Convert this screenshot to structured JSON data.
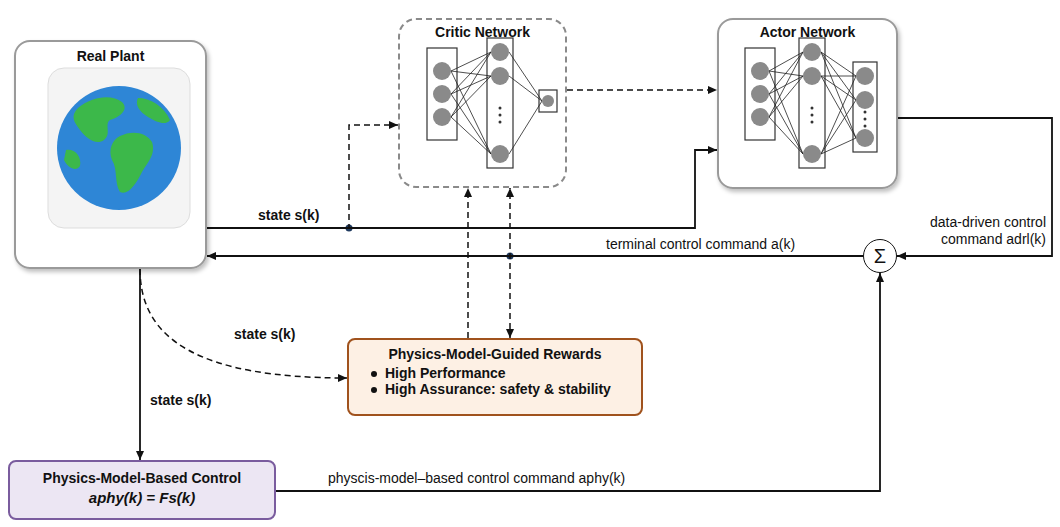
{
  "diagram": {
    "nodes": [
      {
        "text": [
          "Real Plant"
        ]
      },
      {
        "text": [
          "Critic Network"
        ]
      },
      {
        "text": [
          "Actor Network"
        ]
      },
      {
        "text": [
          "Physics-Model-Guided Rewards",
          "High Performance",
          "High Assurance: safety & stability"
        ]
      },
      {
        "text": [
          "Physics-Model-Based Control",
          "aphy(k) = Fs(k)"
        ]
      },
      {
        "text": [
          "Σ"
        ]
      }
    ],
    "edges": [
      {
        "from": 0,
        "to": 2,
        "arrow": "to",
        "label": "state s(k)"
      },
      {
        "from": 0,
        "to": 1,
        "arrow": "to"
      },
      {
        "from": 1,
        "to": 2,
        "arrow": "to"
      },
      {
        "from": 2,
        "to": 5,
        "arrow": "to",
        "label": "data-driven control command adrl(k)"
      },
      {
        "from": 5,
        "to": 0,
        "arrow": "to",
        "label": "terminal control command a(k)"
      },
      {
        "from": 5,
        "to": 1,
        "arrow": "to"
      },
      {
        "from": 5,
        "to": 3,
        "arrow": "to"
      },
      {
        "from": 3,
        "to": 1,
        "arrow": "to"
      },
      {
        "from": 0,
        "to": 3,
        "arrow": "to",
        "label": "state s(k)"
      },
      {
        "from": 0,
        "to": 4,
        "arrow": "to",
        "label": "state s(k)"
      },
      {
        "from": 4,
        "to": 5,
        "arrow": "to",
        "label": "physcis-model–based control command aphy(k)"
      }
    ]
  }
}
